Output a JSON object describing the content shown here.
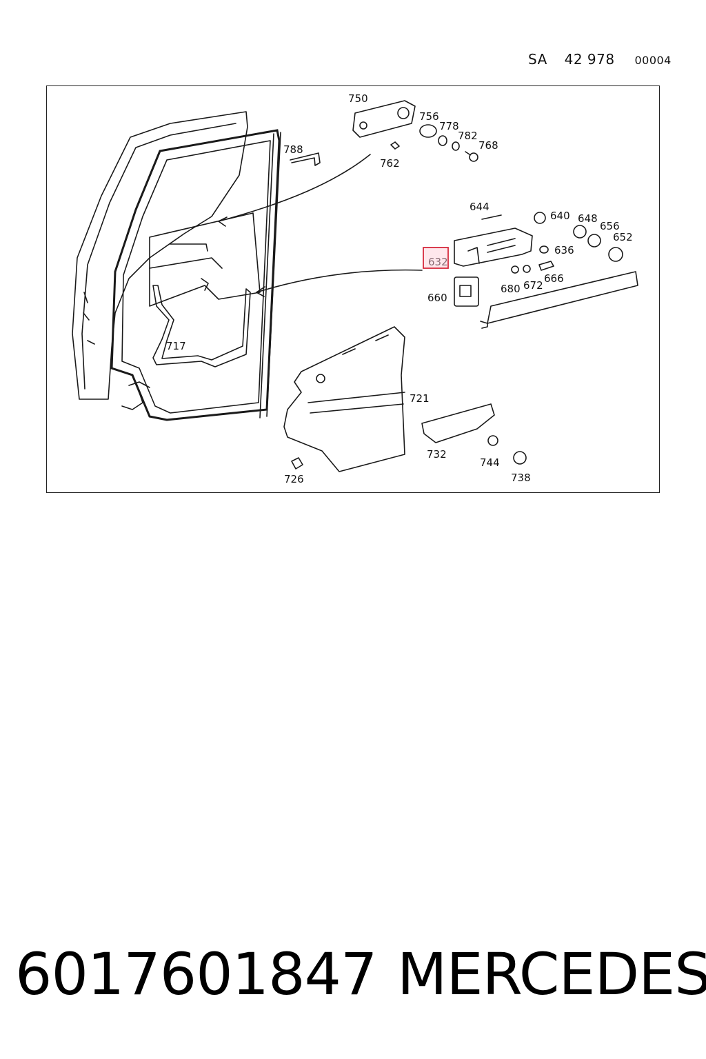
{
  "header": {
    "prefix": "SA",
    "number": "42 978",
    "code": "00004"
  },
  "labels": {
    "p750": "750",
    "p756": "756",
    "p778": "778",
    "p782": "782",
    "p768": "768",
    "p762": "762",
    "p788": "788",
    "p644": "644",
    "p640": "640",
    "p648": "648",
    "p656": "656",
    "p652": "652",
    "p636": "636",
    "p632": "632",
    "p680": "680",
    "p672": "672",
    "p666": "666",
    "p660": "660",
    "p717": "717",
    "p721": "721",
    "p732": "732",
    "p744": "744",
    "p738": "738",
    "p726": "726"
  },
  "highlighted_part": "632",
  "footer": {
    "part_number": "6017601847",
    "brand": "MERCEDES"
  }
}
